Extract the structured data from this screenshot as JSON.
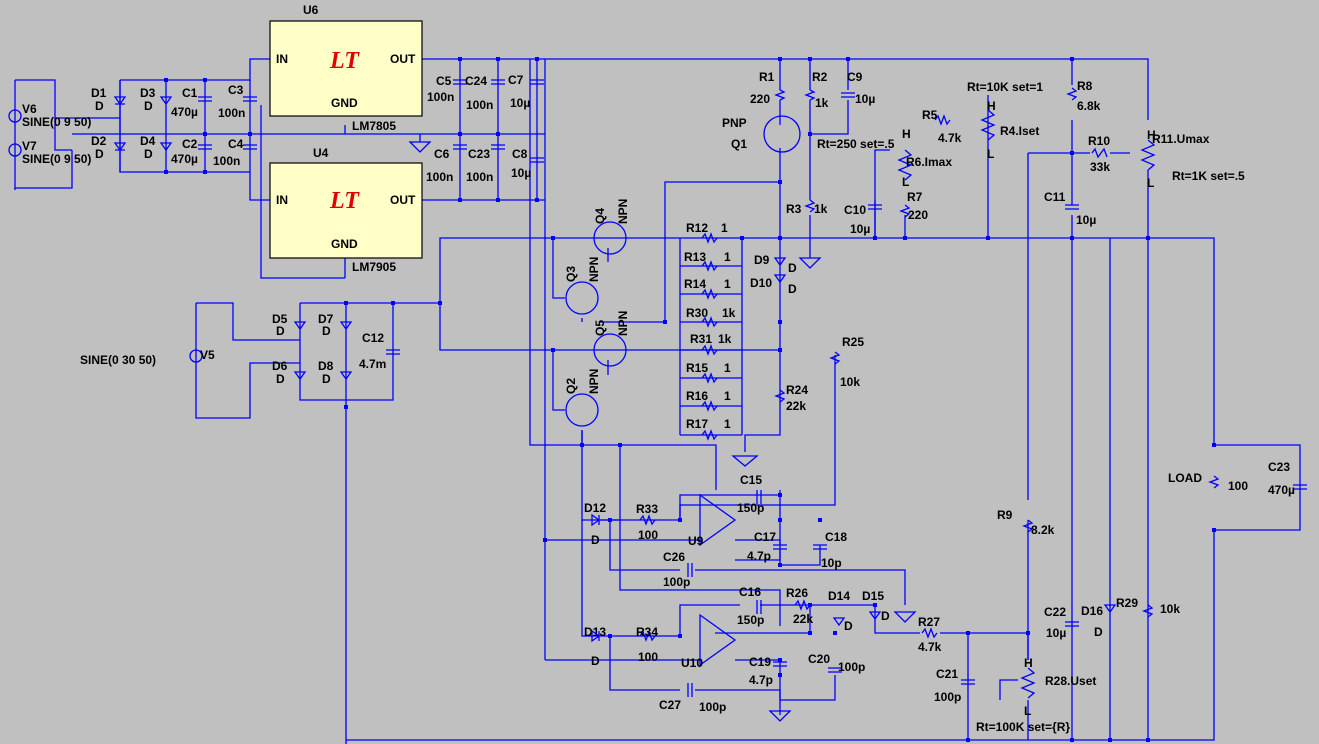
{
  "schematic": {
    "background_color": "#c0c0c0",
    "wire_color": "#0000ff",
    "chip_fill": "#ffffc8",
    "logo_color": "#e00000",
    "chips": [
      {
        "name": "U6",
        "part": "LM7805",
        "in": "IN",
        "out": "OUT",
        "gnd": "GND",
        "logo": "LT"
      },
      {
        "name": "U4",
        "part": "LM7905",
        "in": "IN",
        "out": "OUT",
        "gnd": "GND",
        "logo": "LT"
      }
    ],
    "sources": [
      {
        "name": "V6",
        "value": "SINE(0 9 50)"
      },
      {
        "name": "V7",
        "value": "SINE(0 9 50)"
      },
      {
        "name": "V5",
        "value": "SINE(0 30 50)"
      }
    ],
    "transistors": [
      {
        "name": "Q1",
        "type": "PNP"
      },
      {
        "name": "Q4",
        "type": "NPN"
      },
      {
        "name": "Q3",
        "type": "NPN"
      },
      {
        "name": "Q5",
        "type": "NPN"
      },
      {
        "name": "Q2",
        "type": "NPN"
      }
    ],
    "opamps": [
      "U9",
      "U10"
    ],
    "pots": [
      {
        "name": "R4.Iset",
        "params": "Rt=10K set=1",
        "h": "H",
        "l": "L"
      },
      {
        "name": "R6.Imax",
        "params": "Rt=250 set=.5",
        "h": "H",
        "l": "L"
      },
      {
        "name": "R11.Umax",
        "params": "Rt=1K set=.5",
        "h": "H",
        "l": "L"
      },
      {
        "name": "R28.Uset",
        "params": "Rt=100K set={R}",
        "h": "H",
        "l": "L"
      }
    ],
    "diodes": [
      {
        "name": "D1",
        "model": "D"
      },
      {
        "name": "D2",
        "model": "D"
      },
      {
        "name": "D3",
        "model": "D"
      },
      {
        "name": "D4",
        "model": "D"
      },
      {
        "name": "D5",
        "model": "D"
      },
      {
        "name": "D6",
        "model": "D"
      },
      {
        "name": "D7",
        "model": "D"
      },
      {
        "name": "D8",
        "model": "D"
      },
      {
        "name": "D9",
        "model": "D"
      },
      {
        "name": "D10",
        "model": "D"
      },
      {
        "name": "D12",
        "model": "D"
      },
      {
        "name": "D13",
        "model": "D"
      },
      {
        "name": "D14",
        "model": "D"
      },
      {
        "name": "D15",
        "model": "D"
      },
      {
        "name": "D16",
        "model": "D"
      }
    ],
    "capacitors": [
      {
        "name": "C1",
        "value": "470µ"
      },
      {
        "name": "C2",
        "value": "470µ"
      },
      {
        "name": "C3",
        "value": "100n"
      },
      {
        "name": "C4",
        "value": "100n"
      },
      {
        "name": "C5",
        "value": "100n"
      },
      {
        "name": "C24",
        "value": "100n"
      },
      {
        "name": "C7",
        "value": "10µ"
      },
      {
        "name": "C6",
        "value": "100n"
      },
      {
        "name": "C23",
        "value": "100n"
      },
      {
        "name": "C8",
        "value": "10µ"
      },
      {
        "name": "C9",
        "value": "10µ"
      },
      {
        "name": "C10",
        "value": "10µ"
      },
      {
        "name": "C11",
        "value": "10µ"
      },
      {
        "name": "C12",
        "value": "4.7m"
      },
      {
        "name": "C15",
        "value": "150p"
      },
      {
        "name": "C17",
        "value": "4.7p"
      },
      {
        "name": "C18",
        "value": "10p"
      },
      {
        "name": "C26",
        "value": "100p"
      },
      {
        "name": "C16",
        "value": "150p"
      },
      {
        "name": "C19",
        "value": "4.7p"
      },
      {
        "name": "C20",
        "value": "100p"
      },
      {
        "name": "C27",
        "value": "100p"
      },
      {
        "name": "C21",
        "value": "100p"
      },
      {
        "name": "C22",
        "value": "10µ"
      },
      {
        "name": "C23",
        "value": "470µ"
      }
    ],
    "resistors": [
      {
        "name": "R1",
        "value": "220"
      },
      {
        "name": "R2",
        "value": "1k"
      },
      {
        "name": "R3",
        "value": "1k"
      },
      {
        "name": "R5",
        "value": "4.7k"
      },
      {
        "name": "R7",
        "value": "220"
      },
      {
        "name": "R8",
        "value": "6.8k"
      },
      {
        "name": "R10",
        "value": "33k"
      },
      {
        "name": "R12",
        "value": "1"
      },
      {
        "name": "R13",
        "value": "1"
      },
      {
        "name": "R14",
        "value": "1"
      },
      {
        "name": "R30",
        "value": "1k"
      },
      {
        "name": "R31",
        "value": "1k"
      },
      {
        "name": "R15",
        "value": "1"
      },
      {
        "name": "R16",
        "value": "1"
      },
      {
        "name": "R17",
        "value": "1"
      },
      {
        "name": "R24",
        "value": "22k"
      },
      {
        "name": "R25",
        "value": "10k"
      },
      {
        "name": "R33",
        "value": "100"
      },
      {
        "name": "R34",
        "value": "100"
      },
      {
        "name": "R26",
        "value": "22k"
      },
      {
        "name": "R27",
        "value": "4.7k"
      },
      {
        "name": "R9",
        "value": "8.2k"
      },
      {
        "name": "R29",
        "value": "10k"
      }
    ],
    "load": {
      "name": "LOAD",
      "value": "100"
    }
  }
}
